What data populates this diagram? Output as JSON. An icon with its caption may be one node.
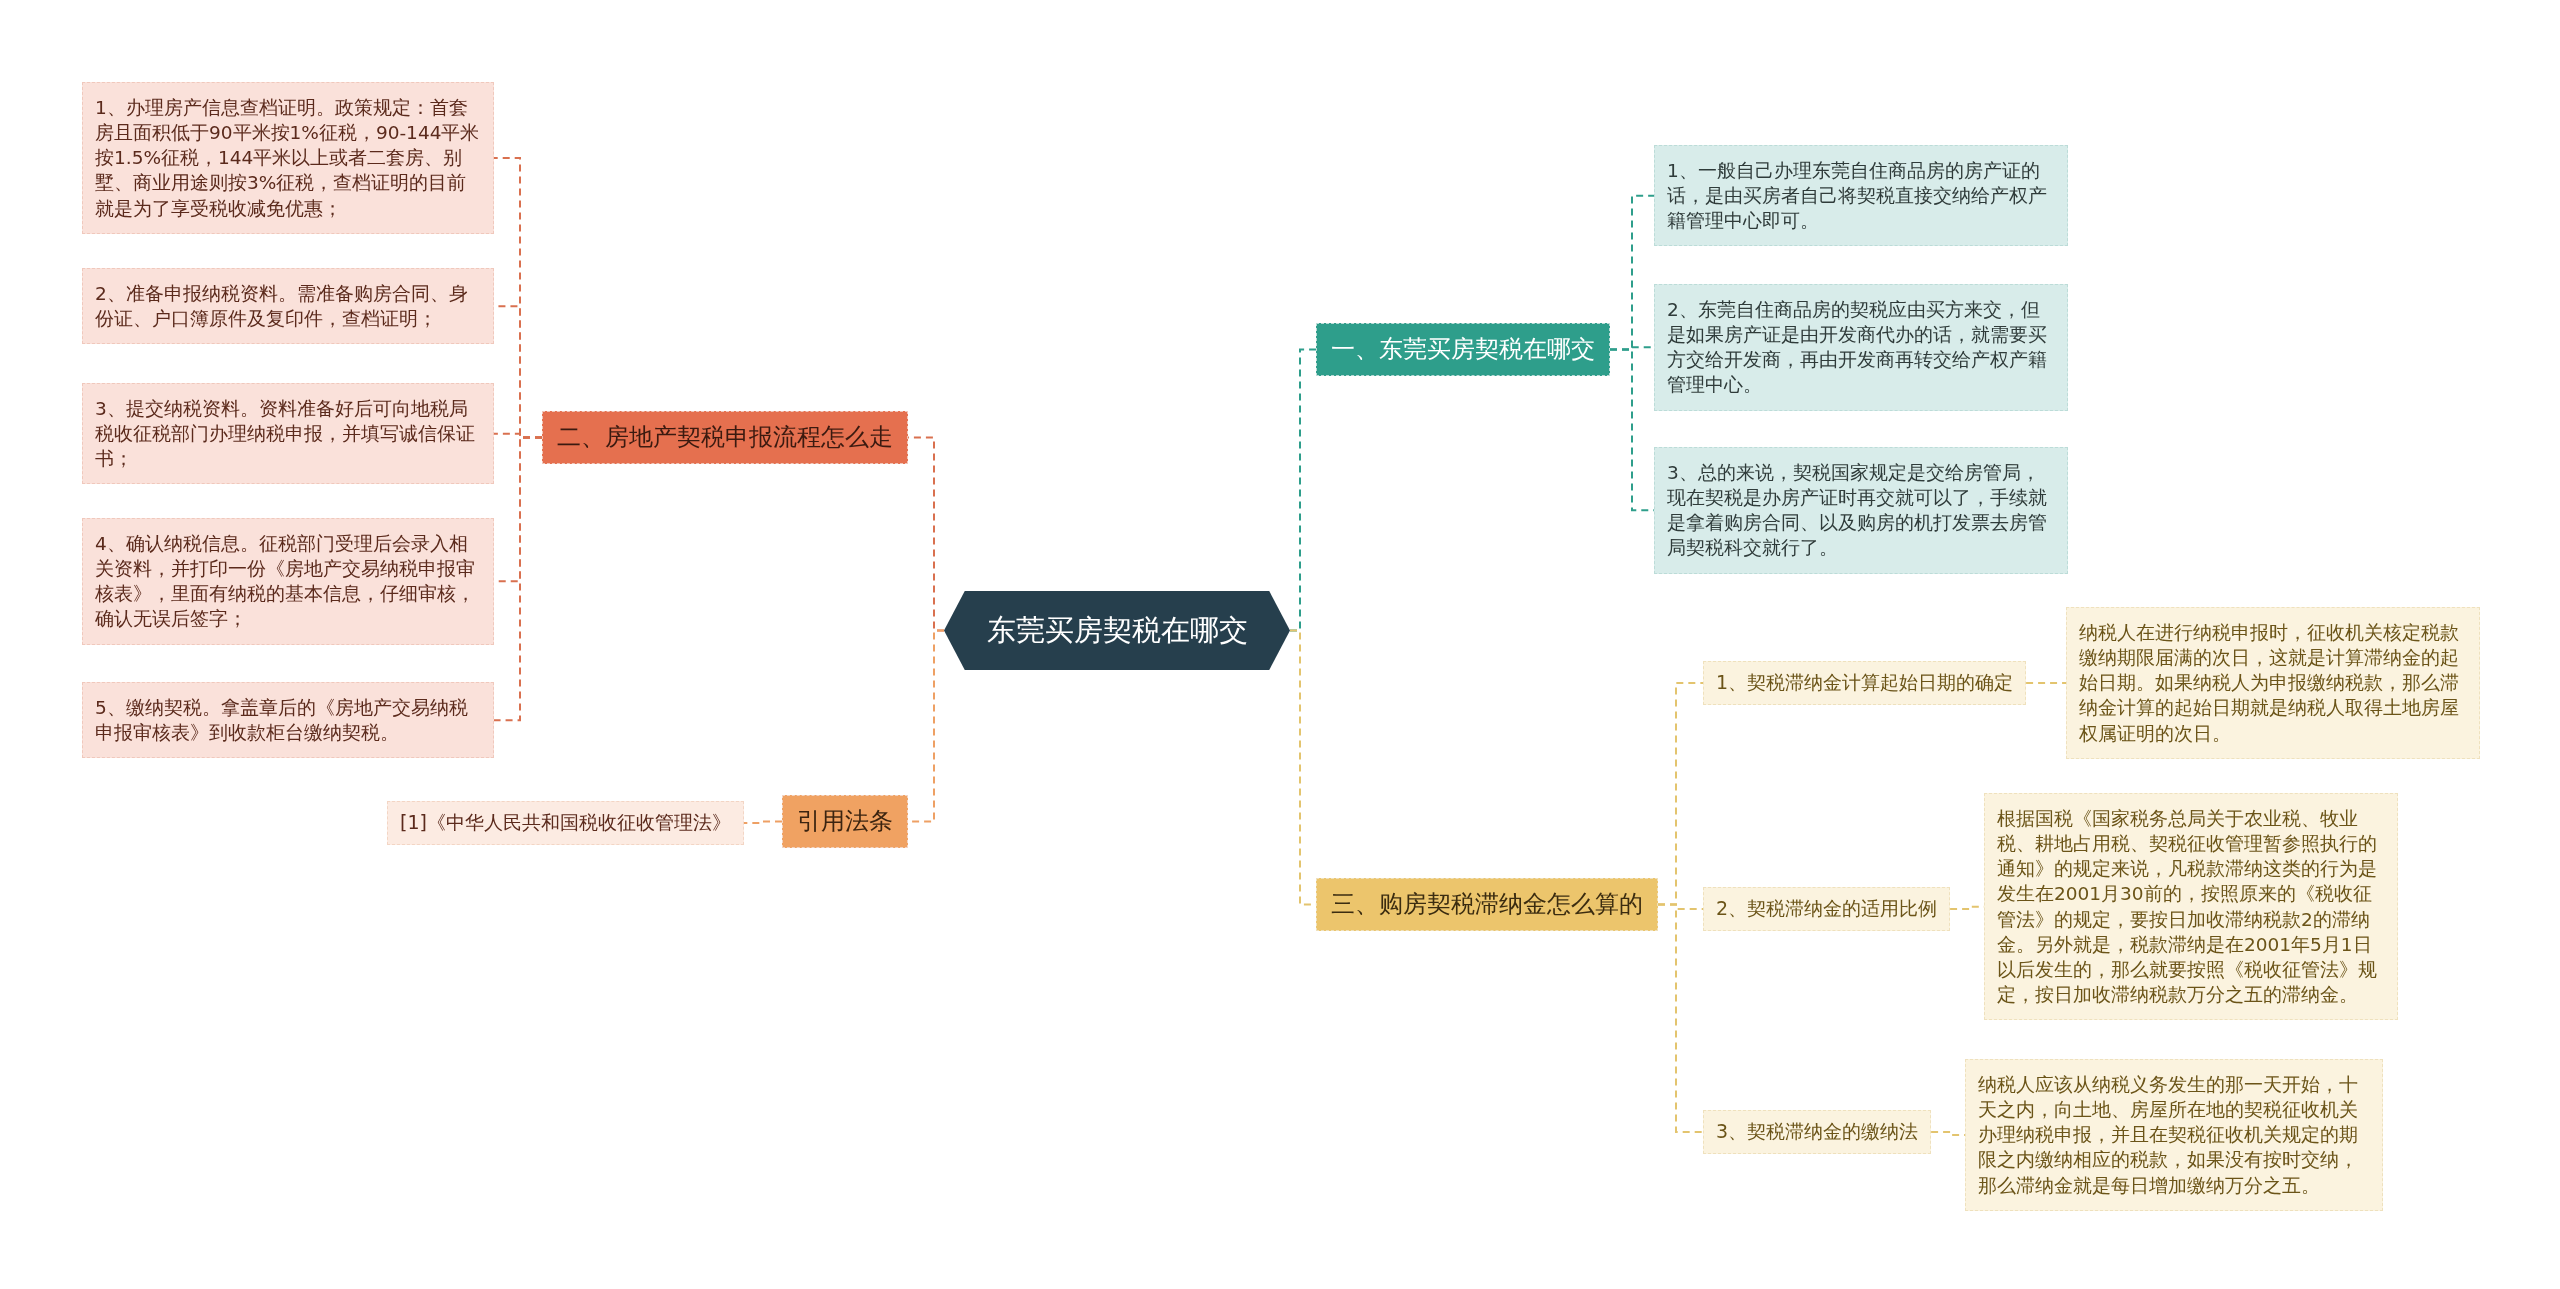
{
  "diagram": {
    "nodes": [
      {
        "text": [
          "东莞买房契税在哪交"
        ]
      },
      {
        "text": [
          "一、东莞买房契税在哪交"
        ]
      },
      {
        "text": [
          "1、一般自己办理东莞自住商品房的房产证的话，是由买房者自己将契税直接交纳给产权产籍管理中心即可。"
        ]
      },
      {
        "text": [
          "2、东莞自住商品房的契税应由买方来交，但是如果房产证是由开发商代办的话，就需要买方交给开发商，再由开发商再转交给产权产籍管理中心。"
        ]
      },
      {
        "text": [
          "3、总的来说，契税国家规定是交给房管局，现在契税是办房产证时再交就可以了，手续就是拿着购房合同、以及购房的机打发票去房管局契税科交就行了。"
        ]
      },
      {
        "text": [
          "二、房地产契税申报流程怎么走"
        ]
      },
      {
        "text": [
          "1、办理房产信息查档证明。政策规定：首套房且面积低于90平米按1%征税，90-144平米按1.5%征税，144平米以上或者二套房、别墅、商业用途则按3%征税，查档证明的目前就是为了享受税收减免优惠；"
        ]
      },
      {
        "text": [
          "2、准备申报纳税资料。需准备购房合同、身份证、户口簿原件及复印件，查档证明；"
        ]
      },
      {
        "text": [
          "3、提交纳税资料。资料准备好后可向地税局税收征税部门办理纳税申报，并填写诚信保证书；"
        ]
      },
      {
        "text": [
          "4、确认纳税信息。征税部门受理后会录入相关资料，并打印一份《房地产交易纳税申报审核表》，里面有纳税的基本信息，仔细审核，确认无误后签字；"
        ]
      },
      {
        "text": [
          "5、缴纳契税。拿盖章后的《房地产交易纳税申报审核表》到收款柜台缴纳契税。"
        ]
      },
      {
        "text": [
          "引用法条"
        ]
      },
      {
        "text": [
          "[1]《中华人民共和国税收征收管理法》"
        ]
      },
      {
        "text": [
          "三、购房契税滞纳金怎么算的"
        ]
      },
      {
        "text": [
          "1、契税滞纳金计算起始日期的确定"
        ]
      },
      {
        "text": [
          "纳税人在进行纳税申报时，征收机关核定税款缴纳期限届满的次日，这就是计算滞纳金的起始日期。如果纳税人为申报缴纳税款，那么滞纳金计算的起始日期就是纳税人取得土地房屋权属证明的次日。"
        ]
      },
      {
        "text": [
          "2、契税滞纳金的适用比例"
        ]
      },
      {
        "text": [
          "根据国税《国家税务总局关于农业税、牧业税、耕地占用税、契税征收管理暂参照执行的通知》的规定来说，凡税款滞纳这类的行为是发生在2001月30前的，按照原来的《税收征管法》的规定，要按日加收滞纳税款2的滞纳金。另外就是，税款滞纳是在2001年5月1日以后发生的，那么就要按照《税收征管法》规定，按日加收滞纳税款万分之五的滞纳金。"
        ]
      },
      {
        "text": [
          "3、契税滞纳金的缴纳法"
        ]
      },
      {
        "text": [
          "纳税人应该从纳税义务发生的那一天开始，十天之内，向土地、房屋所在地的契税征收机关办理纳税申报，并且在契税征收机关规定的期限之内缴纳相应的税款，如果没有按时交纳，那么滞纳金就是每日增加缴纳万分之五。"
        ]
      }
    ],
    "edges": [
      {
        "from": 0,
        "to": 1,
        "arrow": "none",
        "style": "dashed",
        "color": "#2e9e8b"
      },
      {
        "from": 1,
        "to": 2,
        "arrow": "none",
        "style": "dashed",
        "color": "#2e9e8b"
      },
      {
        "from": 1,
        "to": 3,
        "arrow": "none",
        "style": "dashed",
        "color": "#2e9e8b"
      },
      {
        "from": 1,
        "to": 4,
        "arrow": "none",
        "style": "dashed",
        "color": "#2e9e8b"
      },
      {
        "from": 0,
        "to": 5,
        "arrow": "none",
        "style": "dashed",
        "color": "#d9704f"
      },
      {
        "from": 5,
        "to": 6,
        "arrow": "none",
        "style": "dashed",
        "color": "#d9704f"
      },
      {
        "from": 5,
        "to": 7,
        "arrow": "none",
        "style": "dashed",
        "color": "#d9704f"
      },
      {
        "from": 5,
        "to": 8,
        "arrow": "none",
        "style": "dashed",
        "color": "#d9704f"
      },
      {
        "from": 5,
        "to": 9,
        "arrow": "none",
        "style": "dashed",
        "color": "#d9704f"
      },
      {
        "from": 5,
        "to": 10,
        "arrow": "none",
        "style": "dashed",
        "color": "#d9704f"
      },
      {
        "from": 0,
        "to": 11,
        "arrow": "none",
        "style": "dashed",
        "color": "#eea064"
      },
      {
        "from": 11,
        "to": 12,
        "arrow": "none",
        "style": "dashed",
        "color": "#eea064"
      },
      {
        "from": 0,
        "to": 13,
        "arrow": "none",
        "style": "dashed",
        "color": "#e3c46e"
      },
      {
        "from": 13,
        "to": 14,
        "arrow": "none",
        "style": "dashed",
        "color": "#e3c46e"
      },
      {
        "from": 14,
        "to": 15,
        "arrow": "none",
        "style": "dashed",
        "color": "#e3c46e"
      },
      {
        "from": 13,
        "to": 16,
        "arrow": "none",
        "style": "dashed",
        "color": "#e3c46e"
      },
      {
        "from": 16,
        "to": 17,
        "arrow": "none",
        "style": "dashed",
        "color": "#e3c46e"
      },
      {
        "from": 13,
        "to": 18,
        "arrow": "none",
        "style": "dashed",
        "color": "#e3c46e"
      },
      {
        "from": 18,
        "to": 19,
        "arrow": "none",
        "style": "dashed",
        "color": "#e3c46e"
      }
    ]
  }
}
